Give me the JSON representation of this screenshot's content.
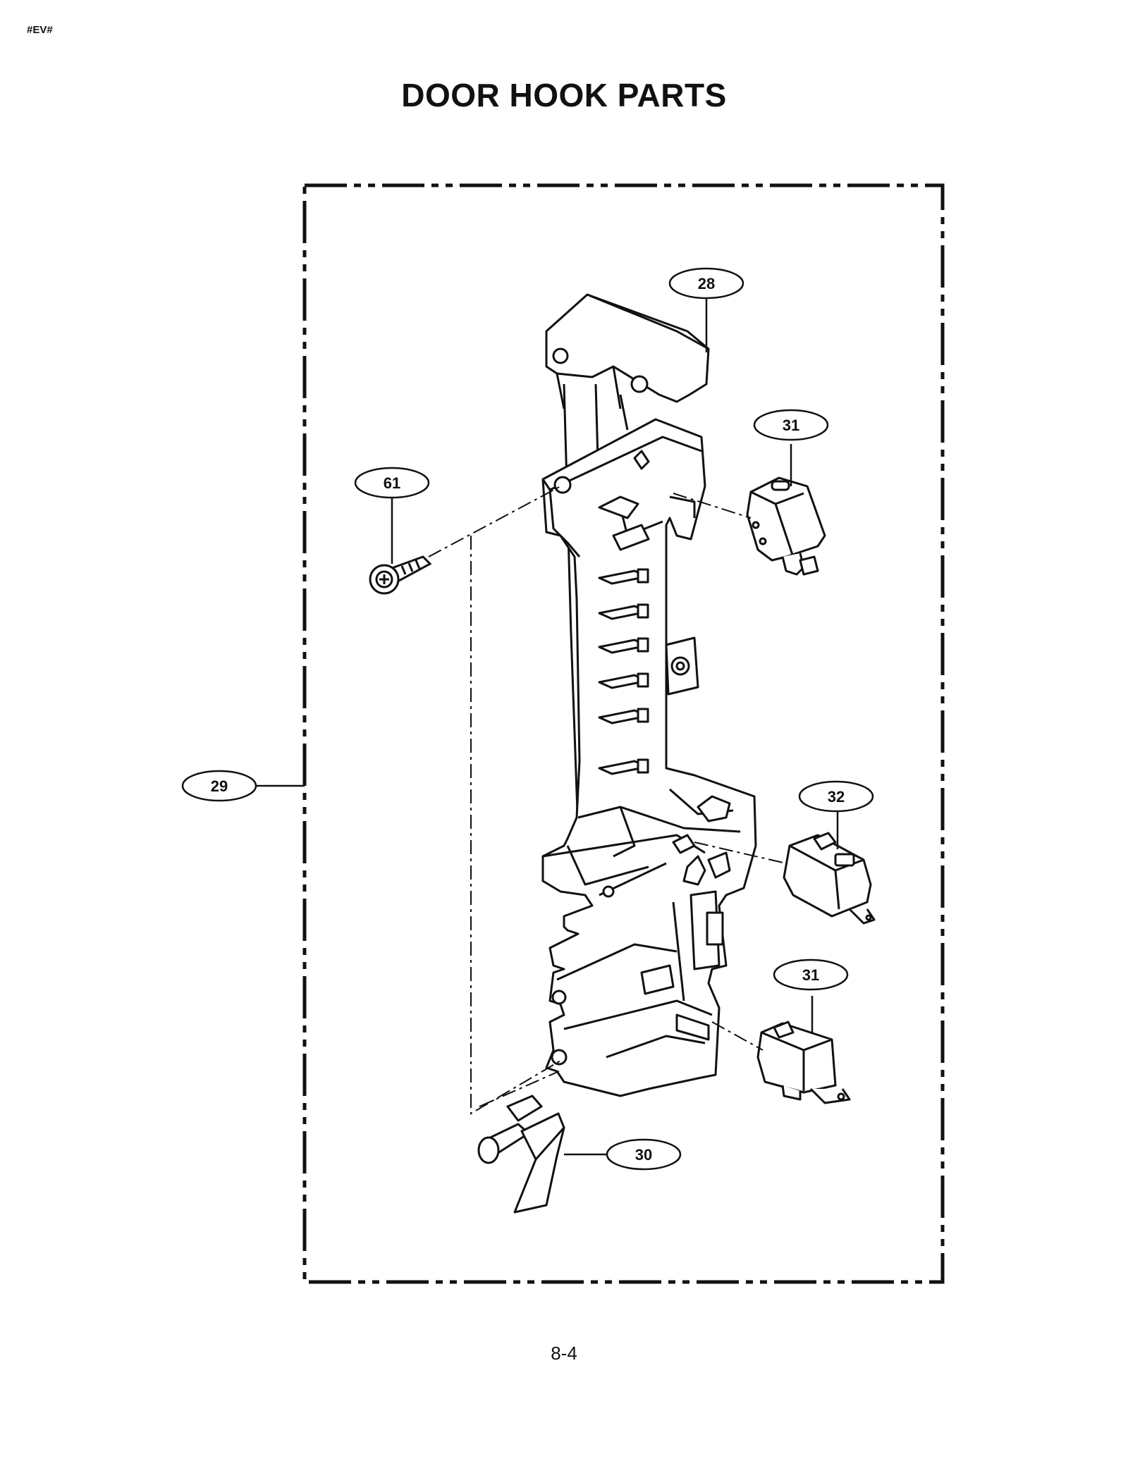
{
  "header": {
    "code": "#EV#",
    "title": "DOOR HOOK PARTS"
  },
  "footer": {
    "page_number": "8-4"
  },
  "callouts": {
    "c28": "28",
    "c31_top": "31",
    "c61": "61",
    "c29": "29",
    "c32": "32",
    "c31_bottom": "31",
    "c30": "30"
  },
  "colors": {
    "ink": "#111111",
    "background": "#ffffff"
  }
}
